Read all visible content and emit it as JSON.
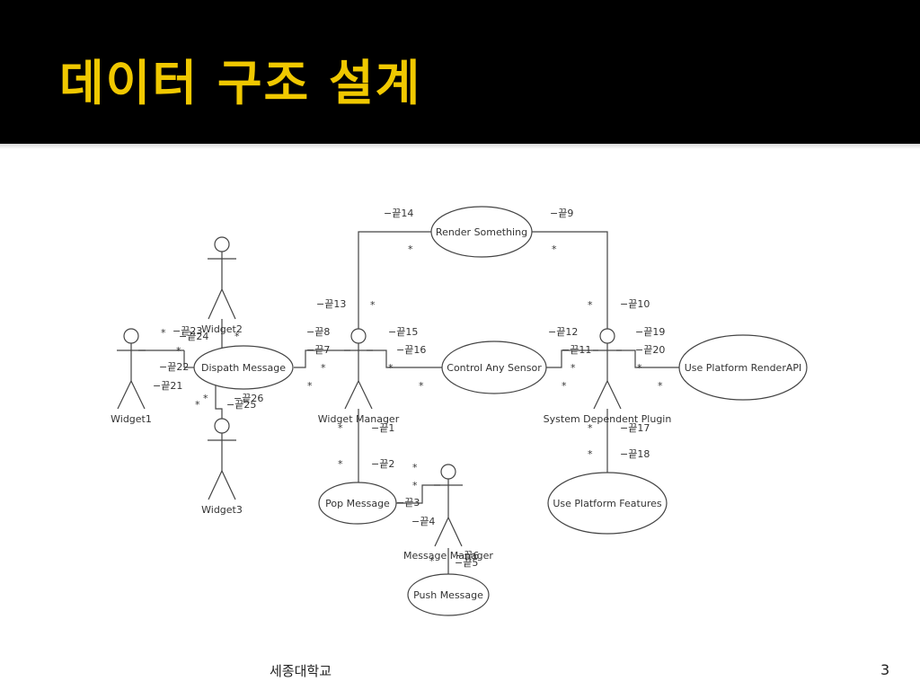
{
  "slide": {
    "title": "데이터 구조 설계",
    "footer": "세종대학교",
    "page_number": "3"
  },
  "diagram": {
    "actors": {
      "widget1": "Widget1",
      "widget2": "Widget2",
      "widget3": "Widget3",
      "widget_manager": "Widget Manager",
      "system_dependent_plugin": "System Dependent Plugin",
      "message_manager": "Message Manager"
    },
    "use_cases": {
      "render_something": "Render Something",
      "dispatch_message": "Dispath Message",
      "control_any_sensor": "Control Any Sensor",
      "use_platform_render_api": "Use Platform RenderAPI",
      "pop_message": "Pop Message",
      "use_platform_features": "Use Platform Features",
      "push_message": "Push Message"
    },
    "roles": [
      "−끝1",
      "−끝2",
      "−끝3",
      "−끝4",
      "−끝5",
      "−끝6",
      "−끝7",
      "−끝8",
      "−끝9",
      "−끝10",
      "−끝11",
      "−끝12",
      "−끝13",
      "−끝14",
      "−끝15",
      "−끝16",
      "−끝17",
      "−끝18",
      "−끝19",
      "−끝20",
      "−끝21",
      "−끝22",
      "−끝23",
      "−끝24",
      "−끝25",
      "−끝26"
    ],
    "multiplicity": "*"
  }
}
